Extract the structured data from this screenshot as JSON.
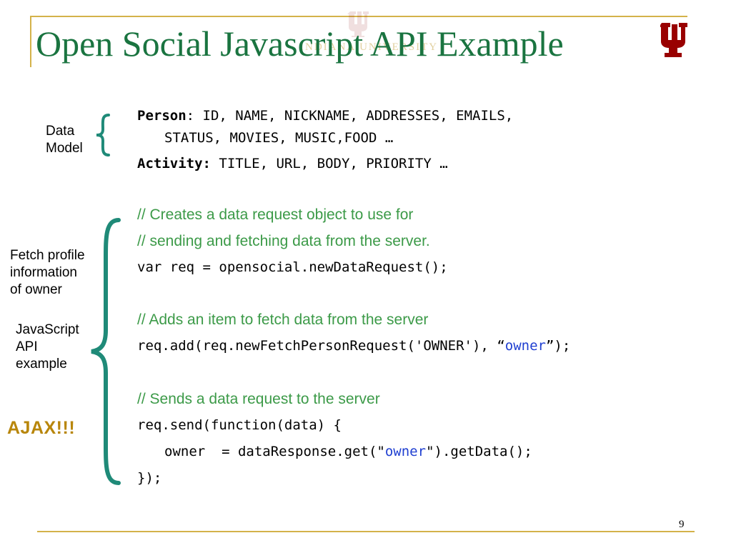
{
  "header": {
    "title": "Open Social Javascript API Example",
    "watermark_text": "INDIANA UNIVERSITY"
  },
  "sidebar": {
    "data_model_line1": "Data",
    "data_model_line2": "Model",
    "fetch_line1": "Fetch profile",
    "fetch_line2": "information",
    "fetch_line3": "of owner",
    "js_line1": "JavaScript",
    "js_line2": "API",
    "js_line3": "example",
    "ajax": "AJAX!!!"
  },
  "code": {
    "person_key": "Person",
    "person_fields_1": ": ID, NAME, NICKNAME, ADDRESSES, EMAILS,",
    "person_fields_2": "STATUS, MOVIES, MUSIC,FOOD …",
    "activity_key": "Activity:",
    "activity_fields": " TITLE, URL, BODY, PRIORITY …",
    "comment_1": "// Creates a data request object to use for",
    "comment_2": "// sending and fetching data from the server.",
    "line_newrequest": "var req = opensocial.newDataRequest();",
    "comment_3": "// Adds an item to fetch data from the server",
    "line_add_prefix": "req.add(req.newFetchPersonRequest('OWNER'), “",
    "line_add_owner": "owner",
    "line_add_suffix": "”);",
    "comment_4": "// Sends a data request to the server",
    "line_send": "req.send(function(data) {",
    "line_get_prefix": "owner  = dataResponse.get(\"",
    "line_get_owner": "owner",
    "line_get_suffix": "\").getData();",
    "line_close": "});"
  },
  "footer": {
    "page_number": "9"
  },
  "colors": {
    "title_green": "#1a7440",
    "comment_green": "#3c9a48",
    "brace_teal": "#1f8a78",
    "ajax_gold": "#b8860b",
    "keyword_blue": "#1f3fd1",
    "rule_gold": "#d4b24a",
    "logo_crimson": "#990000"
  }
}
